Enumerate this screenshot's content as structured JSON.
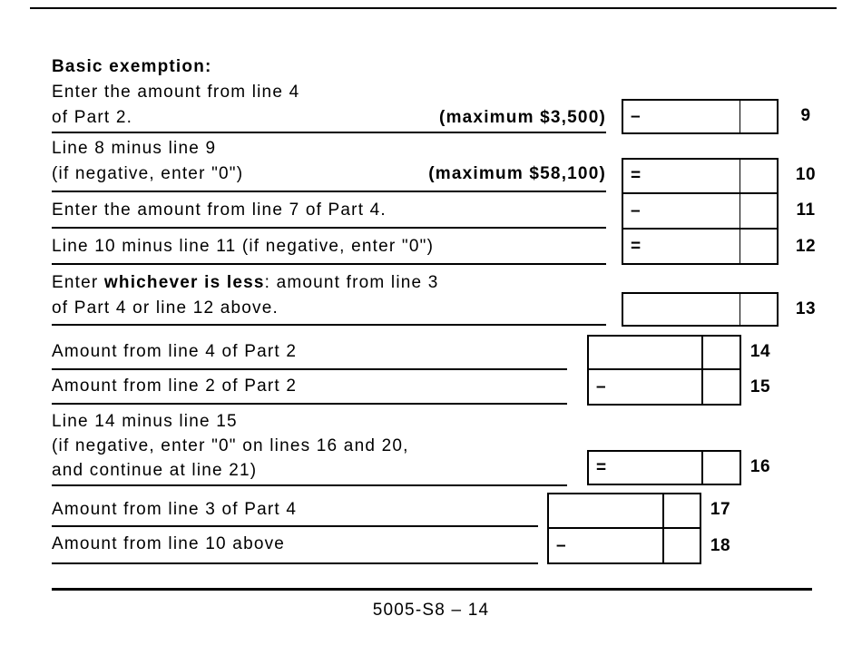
{
  "section": {
    "title": "Basic exemption:"
  },
  "rows": {
    "r9": {
      "line1": "Enter the amount from line 4",
      "line2": "of Part 2.",
      "max": "(maximum $3,500)",
      "sign": "–",
      "num": "9"
    },
    "r10": {
      "line1": "Line 8 minus line 9",
      "line2": "(if negative, enter \"0\")",
      "max": "(maximum $58,100)",
      "sign": "=",
      "num": "10"
    },
    "r11": {
      "line1": "Enter the amount from line 7 of Part 4.",
      "sign": "–",
      "num": "11"
    },
    "r12": {
      "line1": "Line 10 minus line 11 (if negative, enter \"0\")",
      "sign": "=",
      "num": "12"
    },
    "r13": {
      "line1_pre": "Enter ",
      "line1_bold": "whichever is less",
      "line1_post": ": amount from line 3",
      "line2": "of Part 4 or line 12 above.",
      "num": "13"
    },
    "r14": {
      "line1": "Amount from line 4 of Part 2",
      "num": "14"
    },
    "r15": {
      "line1": "Amount from line 2 of Part 2",
      "sign": "–",
      "num": "15"
    },
    "r16": {
      "line1": "Line 14 minus line 15",
      "line2": "(if negative, enter \"0\" on lines 16 and 20,",
      "line3": "and continue at line 21)",
      "sign": "=",
      "num": "16"
    },
    "r17": {
      "line1": "Amount from line 3 of Part 4",
      "num": "17"
    },
    "r18": {
      "line1": "Amount from line 10 above",
      "sign": "–",
      "num": "18"
    }
  },
  "footer": {
    "page_ref": "5005-S8 – 14"
  }
}
